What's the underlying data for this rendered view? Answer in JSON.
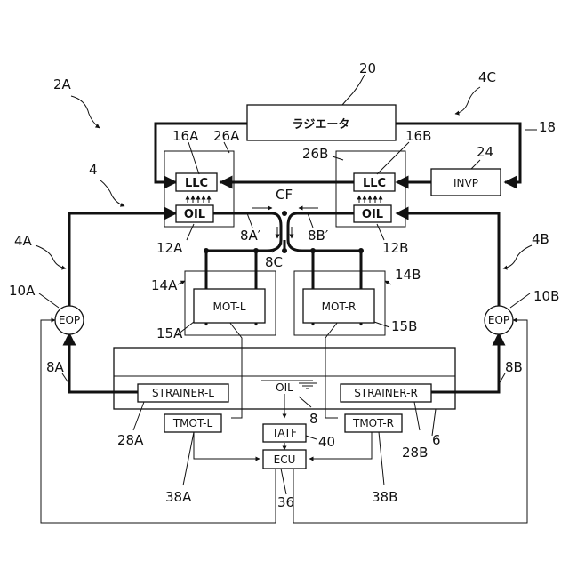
{
  "components": {
    "radiator": "ラジエータ",
    "invp": "INVP",
    "llc_a": "LLC",
    "llc_b": "LLC",
    "oil_a": "OIL",
    "oil_b": "OIL",
    "mot_l": "MOT-L",
    "mot_r": "MOT-R",
    "eop_l": "EOP",
    "eop_r": "EOP",
    "strainer_l": "STRAINER-L",
    "strainer_r": "STRAINER-R",
    "tmot_l": "TMOT-L",
    "tmot_r": "TMOT-R",
    "tatf": "TATF",
    "ecu": "ECU",
    "oil_level": "OIL"
  },
  "references": {
    "r2a": "2A",
    "r4c": "4C",
    "r20": "20",
    "r18": "18",
    "r16a": "16A",
    "r26a": "26A",
    "r16b": "16B",
    "r26b": "26B",
    "r24": "24",
    "r4": "4",
    "rcf": "CF",
    "r8a_p": "8A′",
    "r8b_p": "8B′",
    "r12a": "12A",
    "r12b": "12B",
    "r8c": "8C",
    "r4a": "4A",
    "r4b": "4B",
    "r14a": "14A",
    "r14b": "14B",
    "r10a": "10A",
    "r10b": "10B",
    "r15a": "15A",
    "r15b": "15B",
    "r8a": "8A",
    "r8b": "8B",
    "r8": "8",
    "r28a": "28A",
    "r28b": "28B",
    "r6": "6",
    "r40": "40",
    "r38a": "38A",
    "r38b": "38B",
    "r36": "36"
  }
}
